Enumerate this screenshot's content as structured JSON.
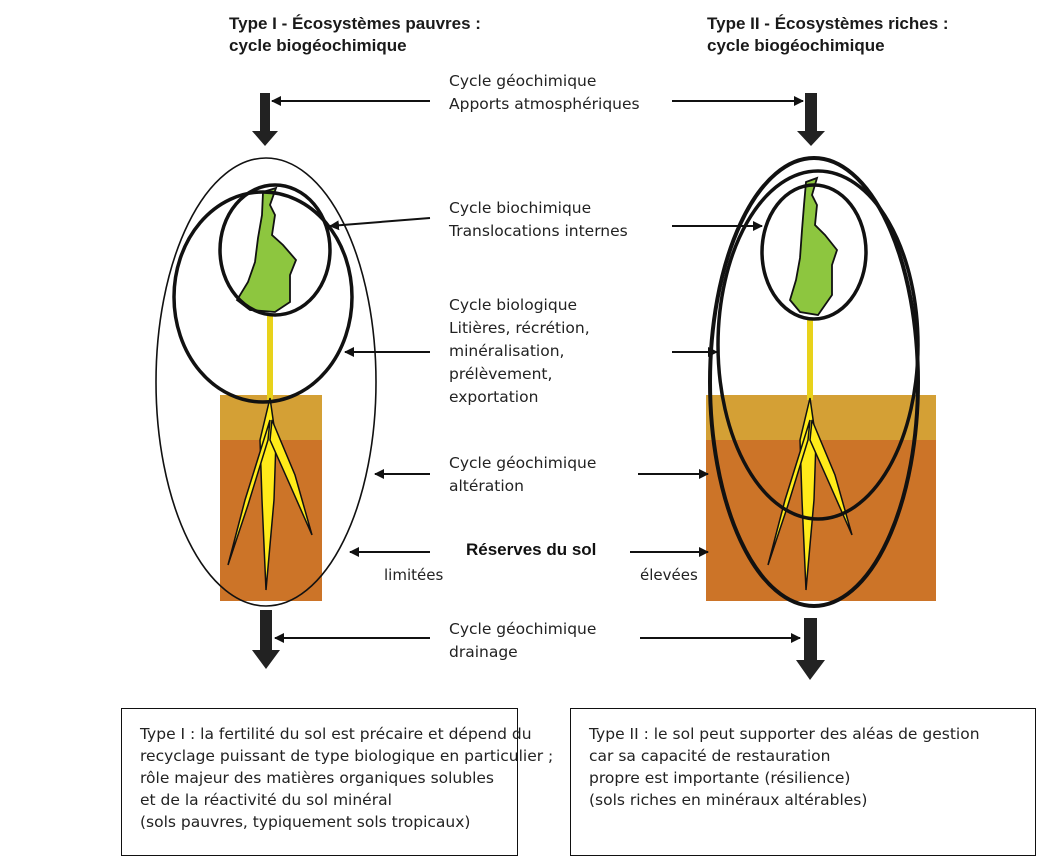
{
  "titles": {
    "left": [
      "Type I - Écosystèmes pauvres :",
      "cycle biogéochimique"
    ],
    "right": [
      "Type II - Écosystèmes riches :",
      "cycle biogéochimique"
    ]
  },
  "labels": {
    "geo_inputs": [
      "Cycle géochimique",
      "Apports atmosphériques"
    ],
    "biochem": [
      "Cycle biochimique",
      "Translocations internes"
    ],
    "biological": [
      "Cycle biologique",
      "Litières, récrétion,",
      "minéralisation,",
      "prélèvement,",
      "exportation"
    ],
    "weathering": [
      "Cycle géochimique",
      "altération"
    ],
    "soil_reserves": "Réserves du sol",
    "limited": "limitées",
    "high": "élevées",
    "drainage": [
      "Cycle géochimique",
      "drainage"
    ]
  },
  "boxes": {
    "left": [
      "Type I : la fertilité du sol est précaire et dépend du",
      "recyclage puissant de type biologique en particulier ;",
      "rôle majeur des matières organiques solubles",
      "et de la réactivité du sol minéral",
      "(sols pauvres, typiquement sols tropicaux)"
    ],
    "right": [
      "Type II : le sol peut supporter des aléas de gestion",
      "car sa capacité de restauration",
      "propre est importante (résilience)",
      "(sols riches en minéraux altérables)"
    ]
  },
  "colors": {
    "plant": "#8dc63f",
    "topsoil": "#d4a035",
    "subsoil": "#cc7428",
    "stem": "#e8d21a",
    "roots": "#ffeb1a",
    "lines": "#111111"
  }
}
